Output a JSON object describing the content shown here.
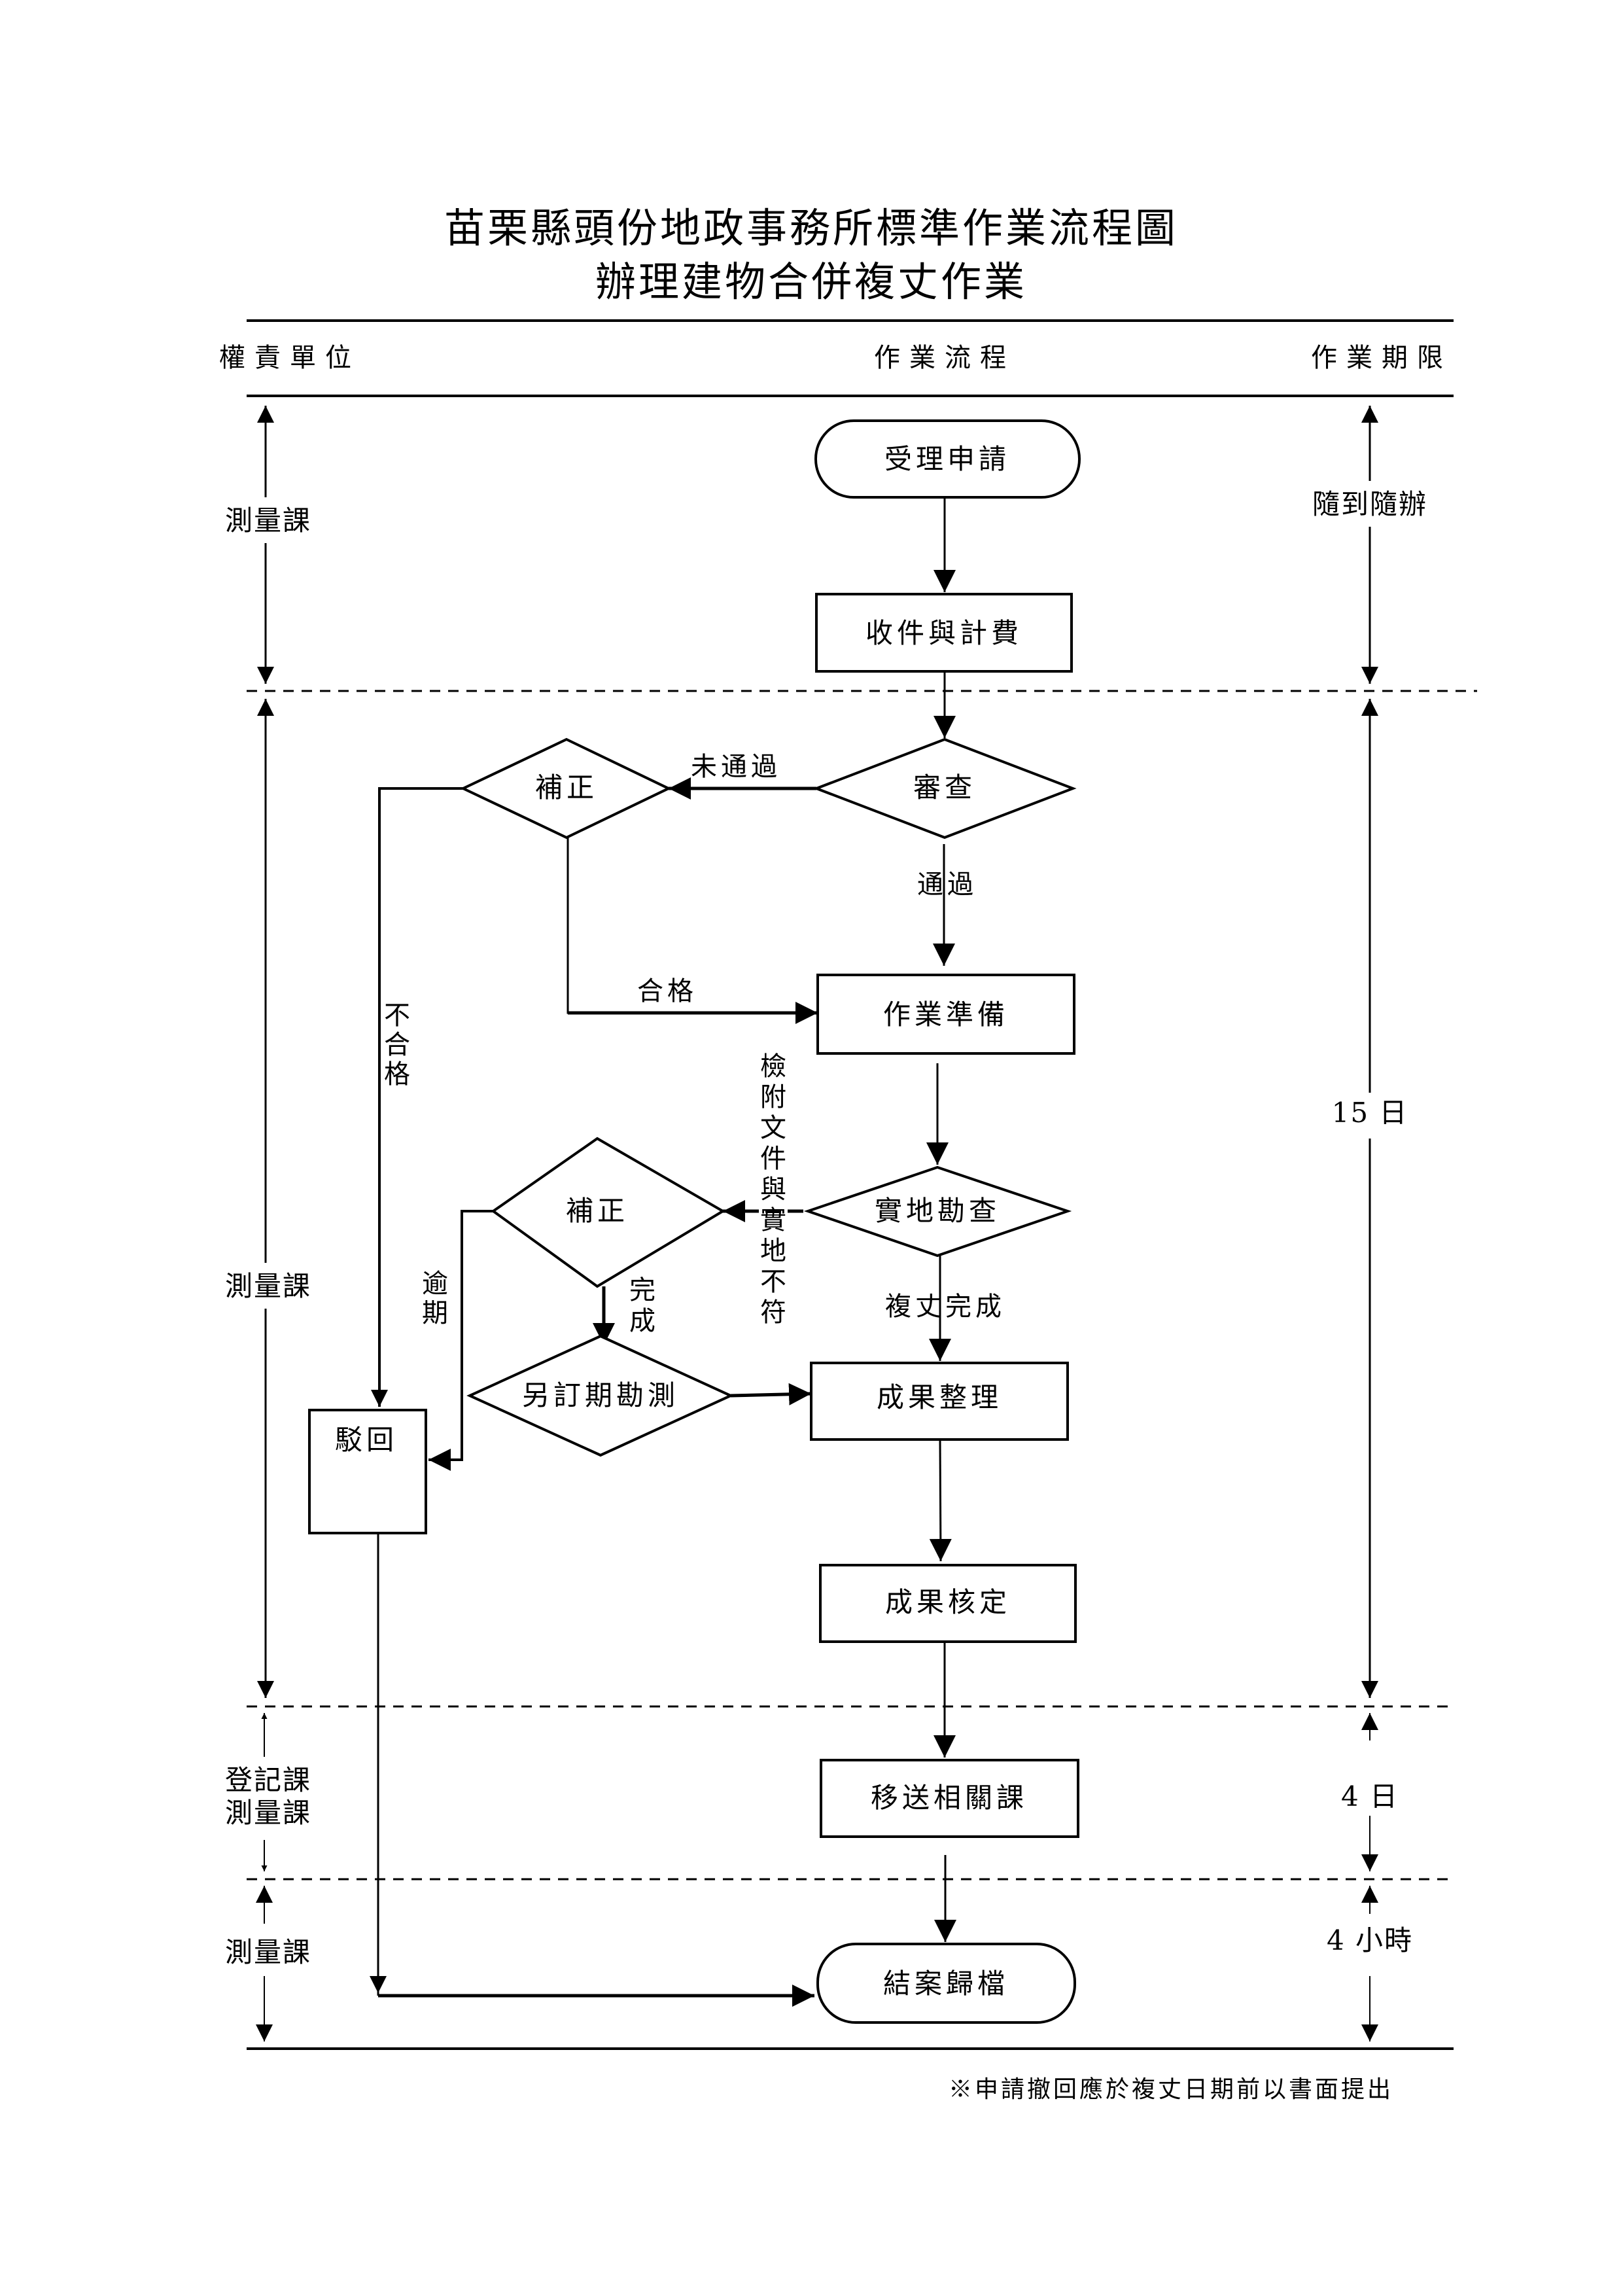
{
  "title": {
    "line1": "苗栗縣頭份地政事務所標準作業流程圖",
    "line2": "辦理建物合併複丈作業"
  },
  "columns": {
    "unit": "權責單位",
    "flow": "作業流程",
    "deadline": "作業期限"
  },
  "lanes": [
    {
      "unit": "測量課",
      "deadline": "隨到隨辦"
    },
    {
      "unit": "測量課",
      "deadline": "15 日"
    },
    {
      "unit_line1": "登記課",
      "unit_line2": "測量課",
      "deadline": "4 日"
    },
    {
      "unit": "測量課",
      "deadline": "4 小時"
    }
  ],
  "nodes": {
    "start": "受理申請",
    "receive": "收件與計費",
    "review": "審查",
    "correct1": "補正",
    "prepare": "作業準備",
    "survey": "實地勘查",
    "correct2": "補正",
    "reschedule": "另訂期勘測",
    "reject": "駁回",
    "organize": "成果整理",
    "approve": "成果核定",
    "transfer": "移送相關課",
    "end": "結案歸檔"
  },
  "edge_labels": {
    "not_passed": "未通過",
    "passed": "通過",
    "qualified": "合格",
    "not_qualified": [
      "不",
      "合",
      "格"
    ],
    "mismatch": [
      "檢",
      "附",
      "文",
      "件",
      "與",
      "實",
      "地",
      "不",
      "符"
    ],
    "overdue": [
      "逾",
      "期"
    ],
    "done": [
      "完",
      "成"
    ],
    "survey_done": "複丈完成"
  },
  "footnote": "※申請撤回應於複丈日期前以書面提出"
}
